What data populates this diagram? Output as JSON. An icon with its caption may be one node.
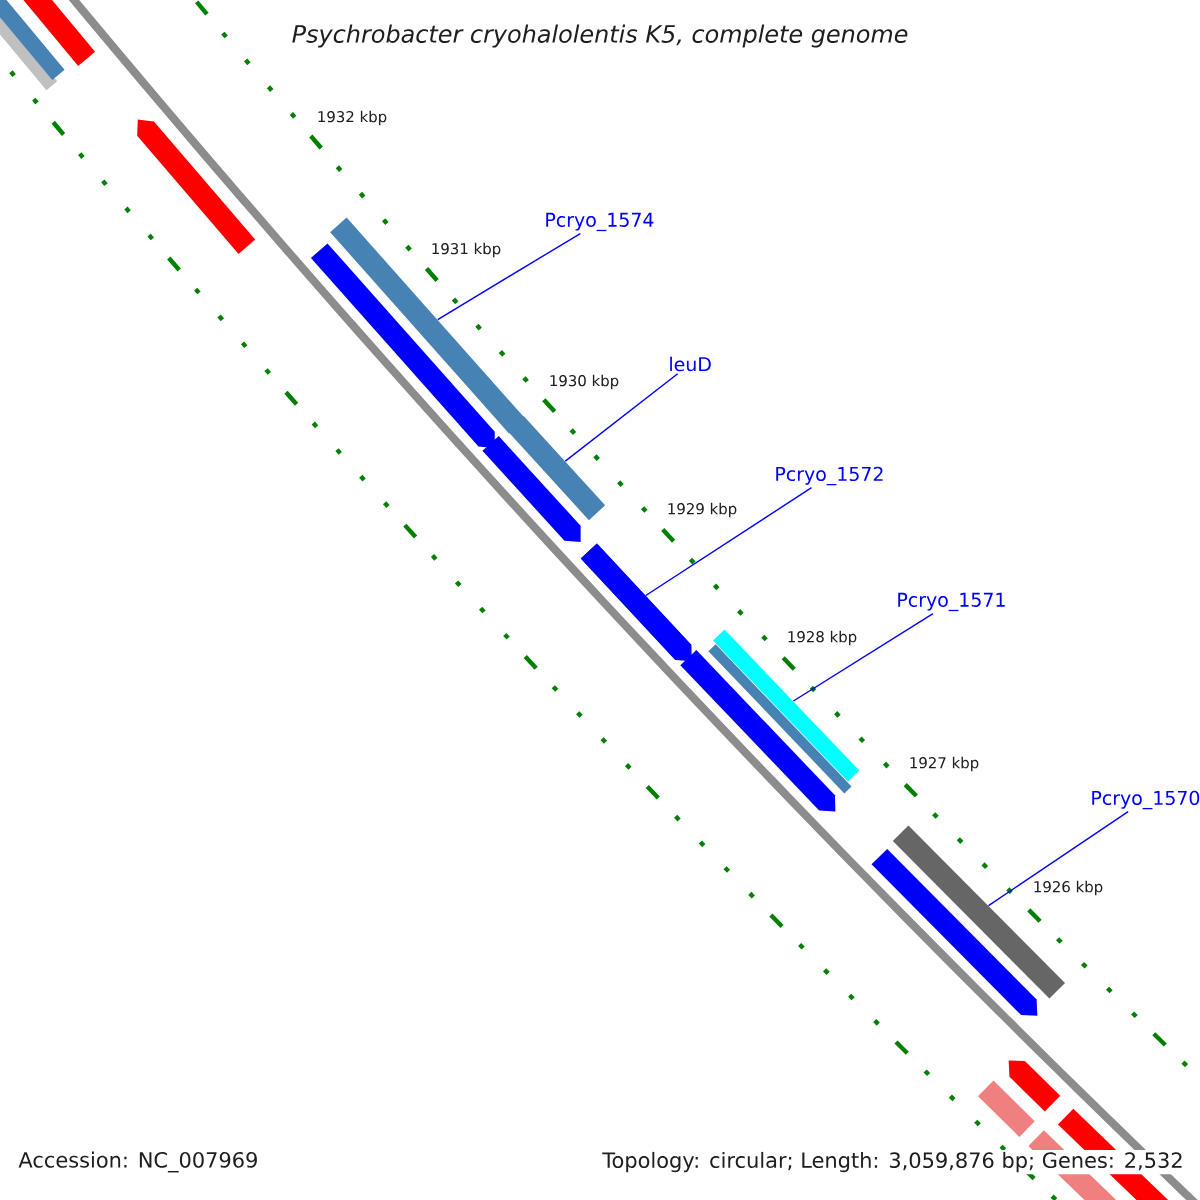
{
  "diagram": {
    "title": "Psychrobacter cryohalolentis K5, complete genome",
    "nodes": [
      {
        "text": [
          "Pcryo_1574"
        ]
      },
      {
        "text": [],
        "shape": "bar"
      },
      {
        "text": [
          "leuD"
        ]
      },
      {
        "text": [],
        "shape": "bar"
      },
      {
        "text": [
          "Pcryo_1572"
        ]
      },
      {
        "text": [],
        "shape": "bar"
      },
      {
        "text": [
          "Pcryo_1571"
        ]
      },
      {
        "text": [],
        "shape": "bar"
      },
      {
        "text": [
          "Pcryo_1570"
        ]
      },
      {
        "text": [],
        "shape": "bar"
      }
    ],
    "edges": [
      {
        "from": 0,
        "to": 1,
        "arrow": "none"
      },
      {
        "from": 2,
        "to": 3,
        "arrow": "none"
      },
      {
        "from": 4,
        "to": 5,
        "arrow": "none"
      },
      {
        "from": 6,
        "to": 7,
        "arrow": "none"
      },
      {
        "from": 8,
        "to": 9,
        "arrow": "none"
      }
    ],
    "labels": [
      "1932 kbp",
      "1931 kbp",
      "1930 kbp",
      "1929 kbp",
      "1928 kbp",
      "1927 kbp",
      "1926 kbp",
      "Accession: NC_007969",
      "Topology: circular; Length: 3,059,876 bp; Genes: 2,532"
    ]
  }
}
